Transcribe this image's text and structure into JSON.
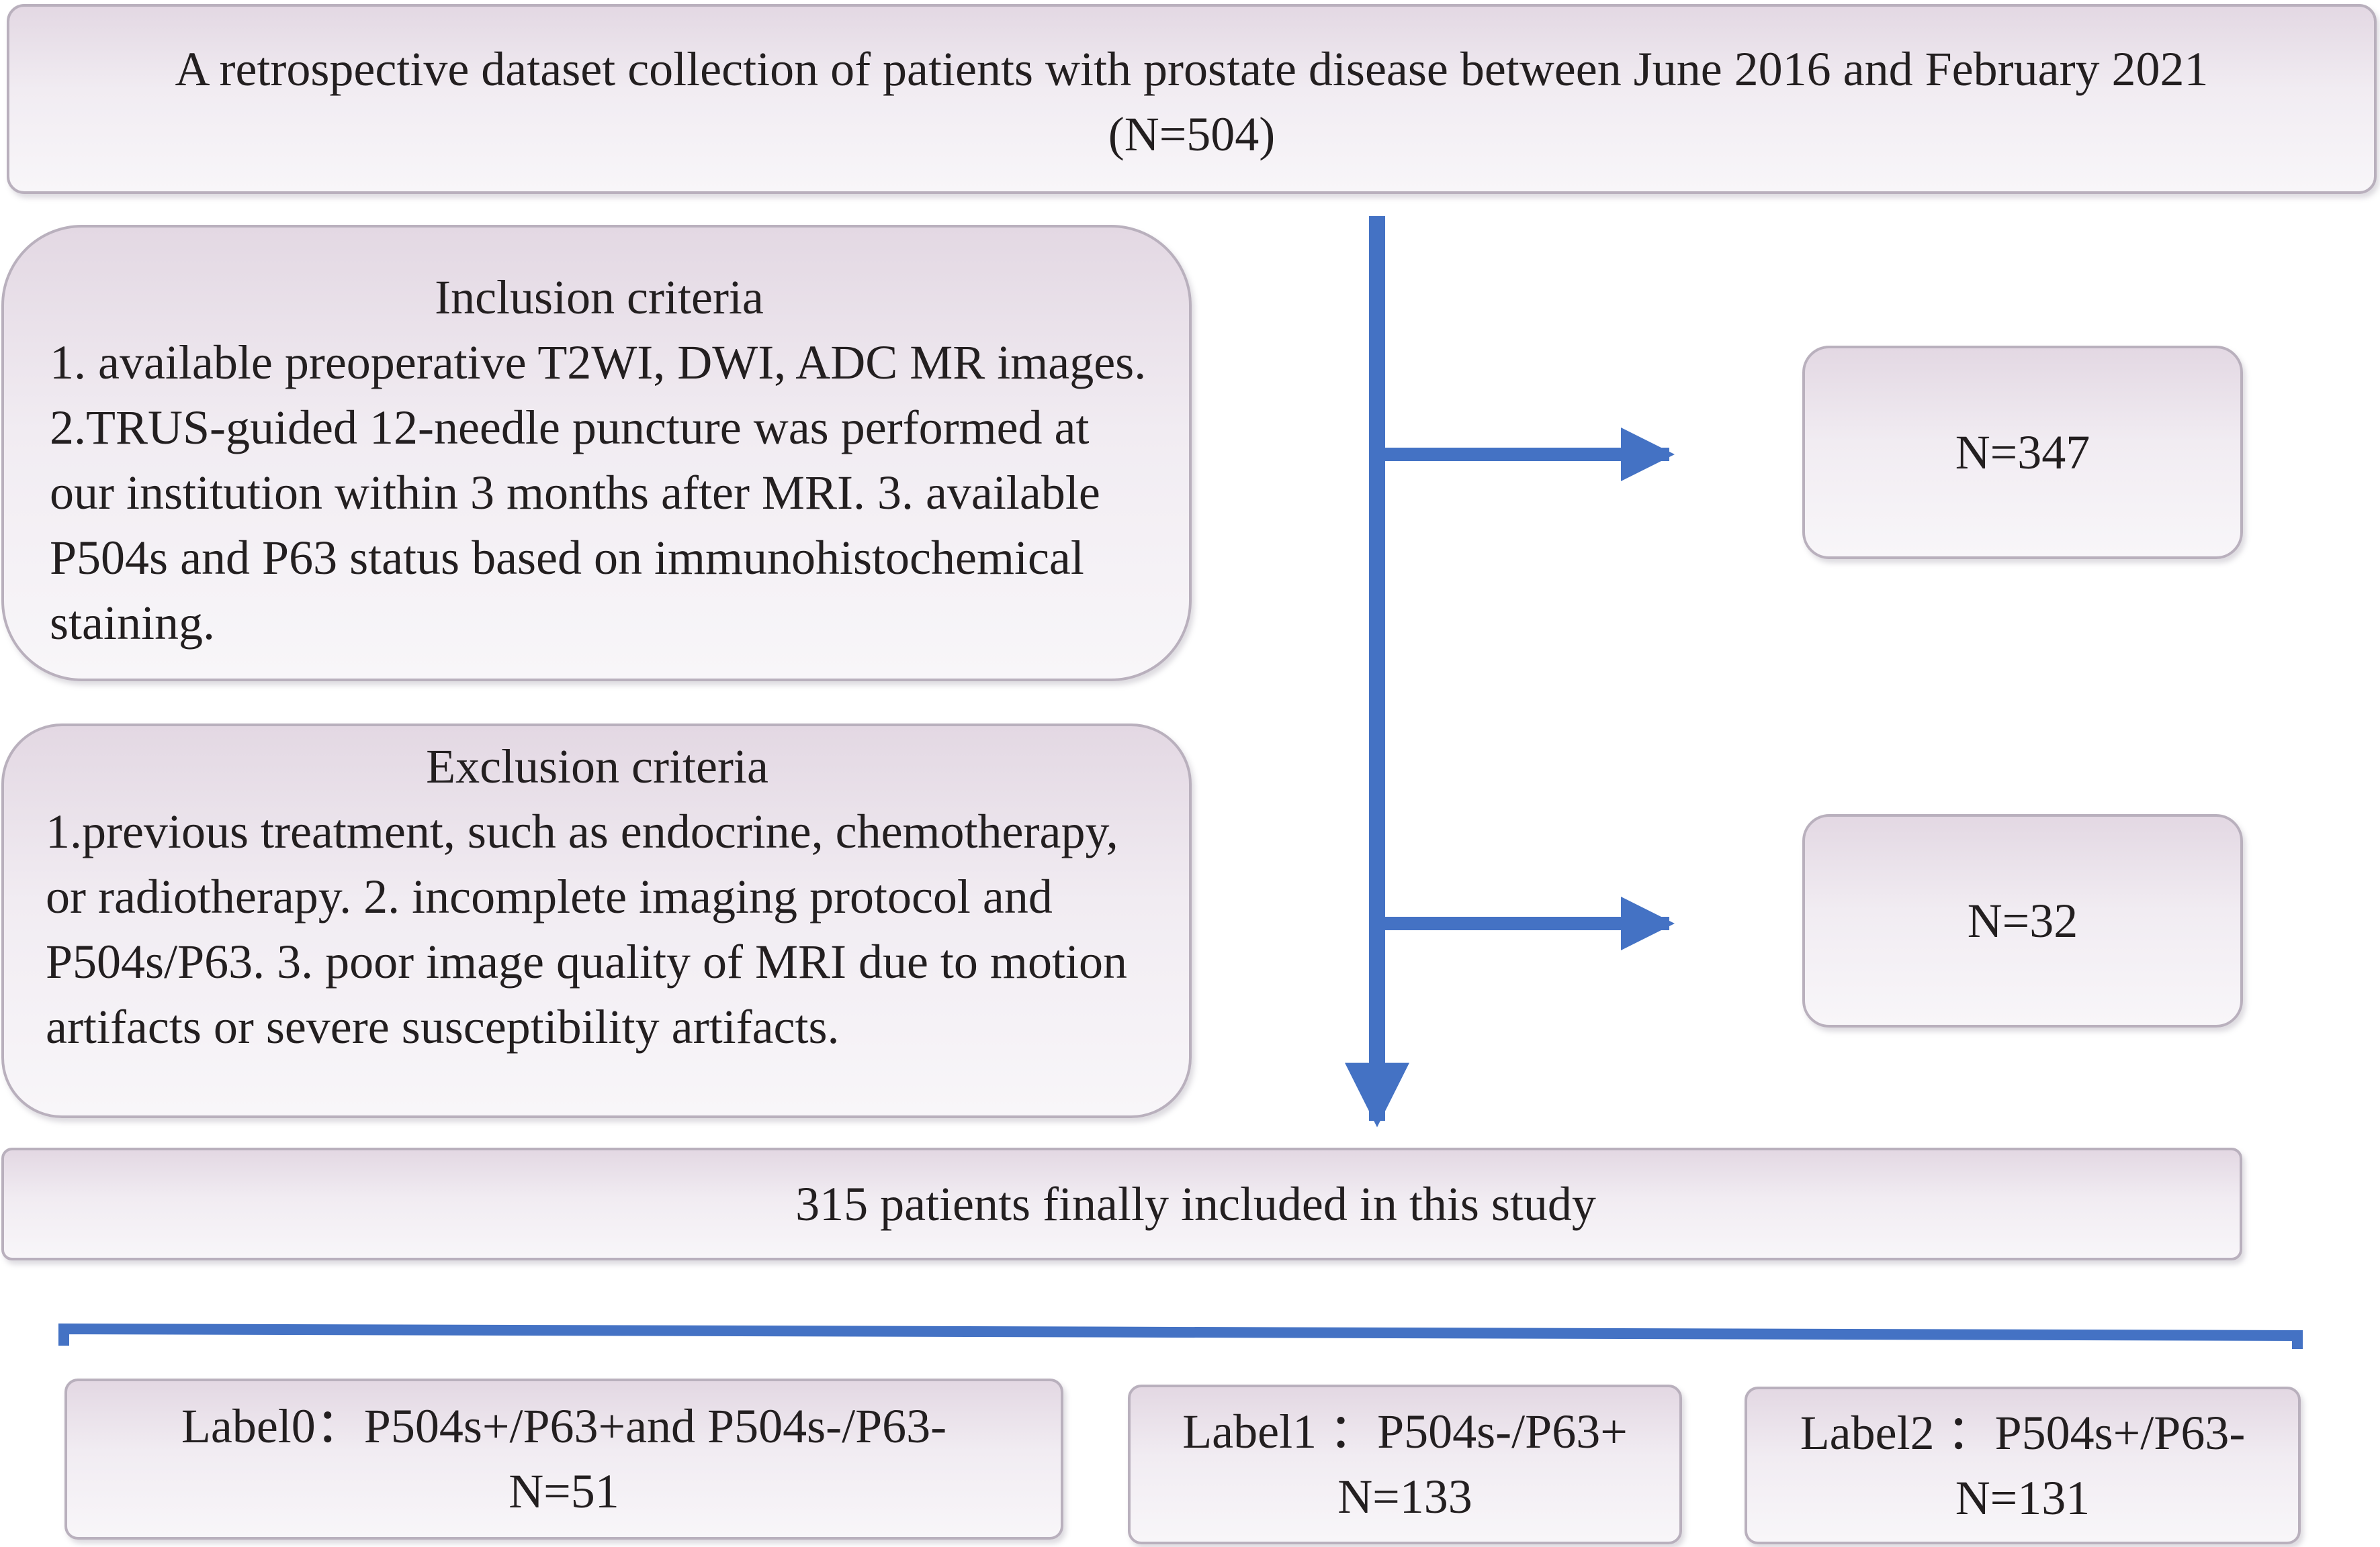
{
  "top_box": {
    "line1": "A retrospective dataset collection of patients with prostate disease between June 2016 and February 2021",
    "line2": "(N=504)"
  },
  "inclusion": {
    "title": "Inclusion criteria",
    "text": "1. available preoperative T2WI, DWI, ADC MR images. 2.TRUS-guided 12-needle puncture was performed at our institution within 3 months after MRI. 3. available P504s and P63 status based on immunohistochemical staining."
  },
  "inclusion_result": "N=347",
  "exclusion": {
    "title": "Exclusion criteria",
    "text": "1.previous treatment, such as endocrine, chemotherapy, or radiotherapy. 2. incomplete imaging protocol and P504s/P63. 3. poor image quality of MRI due to motion artifacts or severe susceptibility artifacts."
  },
  "exclusion_result": "N=32",
  "final_box": "315 patients finally included in this study",
  "labels": [
    {
      "label": "Label0：P504s+/P63+and P504s-/P63-",
      "count": "N=51"
    },
    {
      "label": "Label1 ：P504s-/P63+",
      "count": "N=133"
    },
    {
      "label": "Label2 ：P504s+/P63-",
      "count": "N=131"
    }
  ],
  "colors": {
    "arrow": "#4472c4",
    "box_border": "#b9b0bd",
    "box_fill_top": "#e3d8e3"
  }
}
